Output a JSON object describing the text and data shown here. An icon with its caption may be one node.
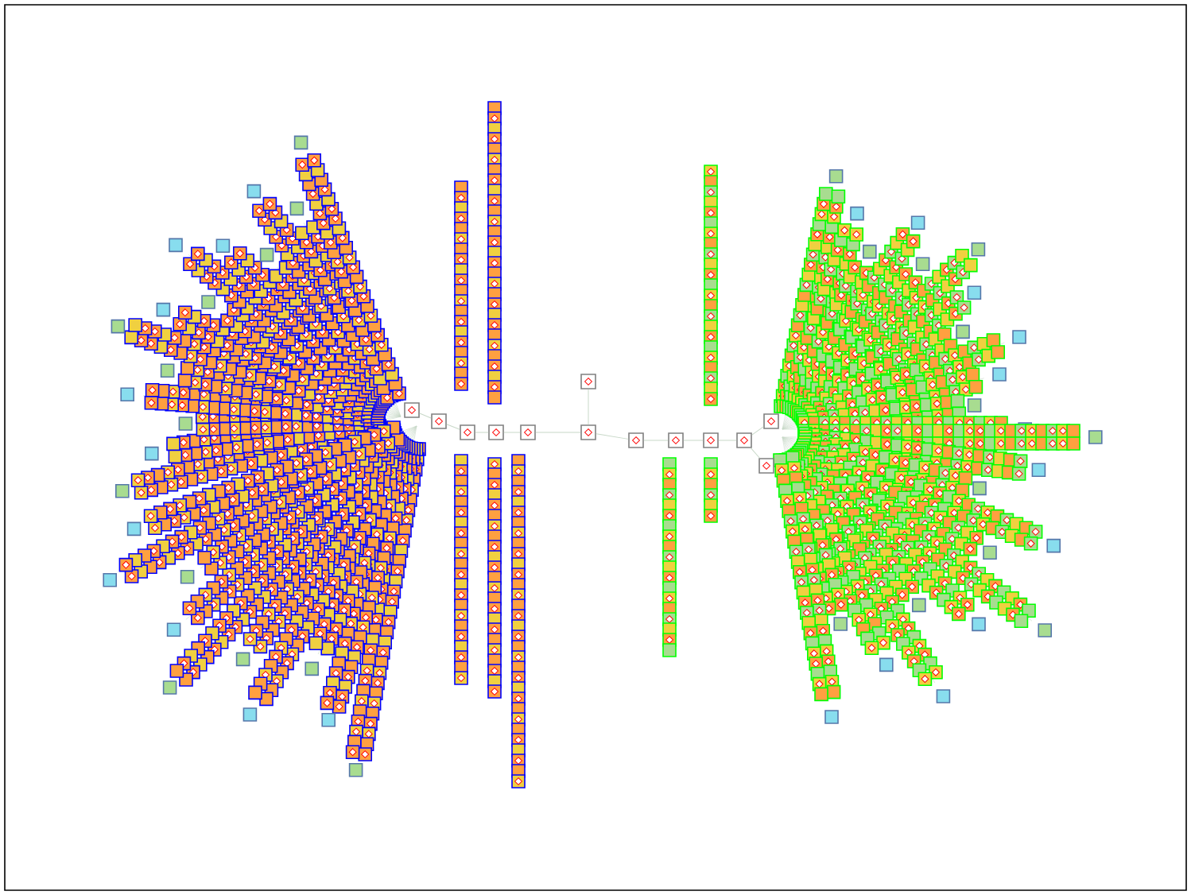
{
  "diagram": {
    "nodes": [
      {
        "text": [],
        "shape": "box"
      },
      {
        "text": [],
        "shape": "box"
      },
      {
        "text": [],
        "shape": "box"
      },
      {
        "text": [],
        "shape": "box"
      },
      {
        "text": [],
        "shape": "box"
      },
      {
        "text": [],
        "shape": "box"
      },
      {
        "text": [],
        "shape": "box"
      },
      {
        "text": [],
        "shape": "box"
      },
      {
        "text": [],
        "shape": "box"
      },
      {
        "text": [],
        "shape": "box"
      },
      {
        "text": [],
        "shape": "box"
      },
      {
        "text": [],
        "shape": "box"
      },
      {
        "text": [],
        "shape": "box"
      }
    ],
    "edges": [
      {
        "from": 0,
        "to": 1,
        "arrow": "none"
      },
      {
        "from": 1,
        "to": 2,
        "arrow": "none"
      },
      {
        "from": 2,
        "to": 3,
        "arrow": "none"
      },
      {
        "from": 3,
        "to": 4,
        "arrow": "none"
      },
      {
        "from": 4,
        "to": 6,
        "arrow": "none"
      },
      {
        "from": 5,
        "to": 6,
        "arrow": "none"
      },
      {
        "from": 6,
        "to": 7,
        "arrow": "none"
      },
      {
        "from": 7,
        "to": 8,
        "arrow": "none"
      },
      {
        "from": 8,
        "to": 9,
        "arrow": "none"
      },
      {
        "from": 9,
        "to": 10,
        "arrow": "none"
      },
      {
        "from": 10,
        "to": 12,
        "arrow": "none"
      },
      {
        "from": 10,
        "to": 11,
        "arrow": "none"
      }
    ]
  }
}
